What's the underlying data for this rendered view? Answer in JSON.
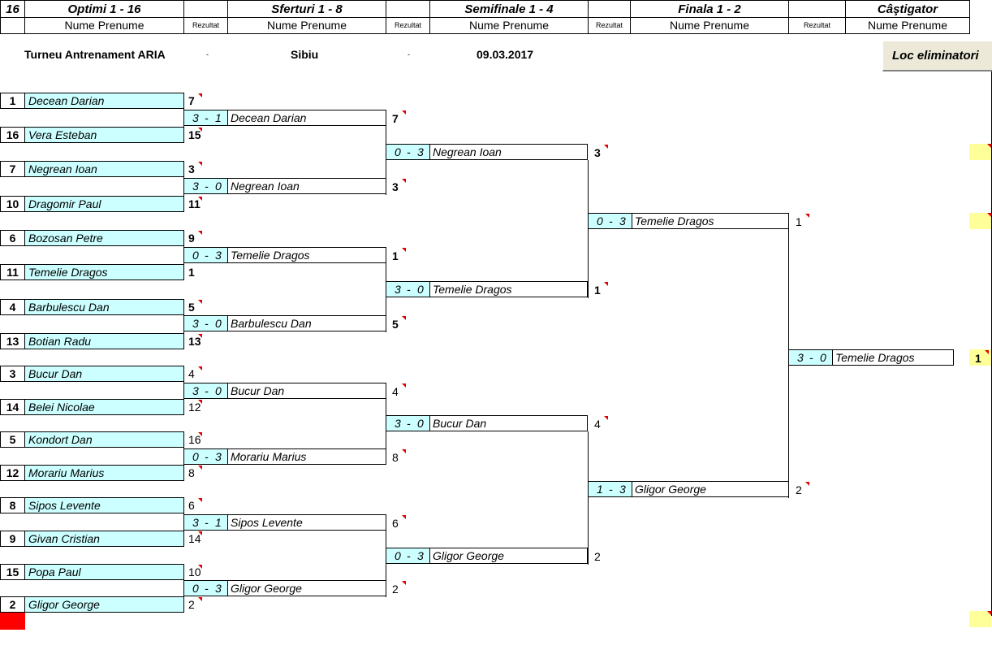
{
  "header": {
    "count": "16",
    "rounds": [
      "Optimi 1 - 16",
      "Sferturi 1 - 8",
      "Semifinale 1 - 4",
      "Finala 1 - 2",
      "Câştigator"
    ],
    "name_col": "Nume Prenume",
    "result_col": "Rezultat"
  },
  "info": {
    "tournament": "Turneu Antrenament ARIA",
    "dash1": "-",
    "city": "Sibiu",
    "dash2": "-",
    "date": "09.03.2017",
    "loc_button": "Loc eliminatori"
  },
  "round16": [
    {
      "seed": "1",
      "name": "Decean Darian",
      "val": "7"
    },
    {
      "seed": "16",
      "name": "Vera Esteban",
      "val": "15"
    },
    {
      "seed": "7",
      "name": "Negrean Ioan",
      "val": "3"
    },
    {
      "seed": "10",
      "name": "Dragomir Paul",
      "val": "11"
    },
    {
      "seed": "6",
      "name": "Bozosan Petre",
      "val": "9"
    },
    {
      "seed": "11",
      "name": "Temelie Dragos",
      "val": "1"
    },
    {
      "seed": "4",
      "name": "Barbulescu Dan",
      "val": "5"
    },
    {
      "seed": "13",
      "name": "Botian Radu",
      "val": "13"
    },
    {
      "seed": "3",
      "name": "Bucur Dan",
      "val": "4"
    },
    {
      "seed": "14",
      "name": "Belei Nicolae",
      "val": "12"
    },
    {
      "seed": "5",
      "name": "Kondort Dan",
      "val": "16"
    },
    {
      "seed": "12",
      "name": "Morariu Marius",
      "val": "8"
    },
    {
      "seed": "8",
      "name": "Sipos Levente",
      "val": "6"
    },
    {
      "seed": "9",
      "name": "Givan Cristian",
      "val": "14"
    },
    {
      "seed": "15",
      "name": "Popa Paul",
      "val": "10"
    },
    {
      "seed": "2",
      "name": "Gligor George",
      "val": "2"
    }
  ],
  "quarter": [
    {
      "s1": "3",
      "dash": "-",
      "s2": "1",
      "name": "Decean Darian",
      "val": "7"
    },
    {
      "s1": "3",
      "dash": "-",
      "s2": "0",
      "name": "Negrean Ioan",
      "val": "3"
    },
    {
      "s1": "0",
      "dash": "-",
      "s2": "3",
      "name": "Temelie Dragos",
      "val": "1"
    },
    {
      "s1": "3",
      "dash": "-",
      "s2": "0",
      "name": "Barbulescu Dan",
      "val": "5"
    },
    {
      "s1": "3",
      "dash": "-",
      "s2": "0",
      "name": "Bucur Dan",
      "val": "4"
    },
    {
      "s1": "0",
      "dash": "-",
      "s2": "3",
      "name": "Morariu Marius",
      "val": "8"
    },
    {
      "s1": "3",
      "dash": "-",
      "s2": "1",
      "name": "Sipos Levente",
      "val": "6"
    },
    {
      "s1": "0",
      "dash": "-",
      "s2": "3",
      "name": "Gligor George",
      "val": "2"
    }
  ],
  "semi": [
    {
      "s1": "0",
      "dash": "-",
      "s2": "3",
      "name": "Negrean Ioan",
      "val": "3"
    },
    {
      "s1": "3",
      "dash": "-",
      "s2": "0",
      "name": "Temelie Dragos",
      "val": "1"
    },
    {
      "s1": "3",
      "dash": "-",
      "s2": "0",
      "name": "Bucur Dan",
      "val": "4"
    },
    {
      "s1": "0",
      "dash": "-",
      "s2": "3",
      "name": "Gligor George",
      "val": "2"
    }
  ],
  "final": [
    {
      "s1": "0",
      "dash": "-",
      "s2": "3",
      "name": "Temelie Dragos",
      "val": "1"
    },
    {
      "s1": "1",
      "dash": "-",
      "s2": "3",
      "name": "Gligor George",
      "val": "2"
    }
  ],
  "winner": {
    "s1": "3",
    "dash": "-",
    "s2": "0",
    "name": "Temelie Dragos",
    "val": "1"
  },
  "colors": {
    "name_bg": "#ccffff",
    "winner_bg": "#ffff99",
    "marker": "#e00000",
    "red_cell": "#ff0000"
  }
}
